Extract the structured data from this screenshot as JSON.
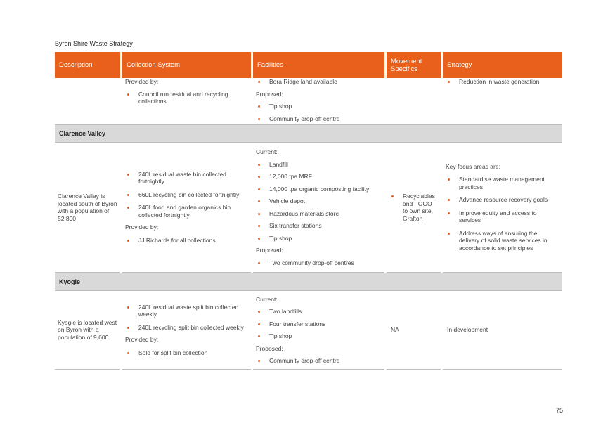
{
  "document": {
    "title": "Byron Shire Waste Strategy",
    "page_number": "75",
    "accent_color": "#e8601c"
  },
  "table": {
    "headers": [
      "Description",
      "Collection System",
      "Facilities",
      "Movement Specifics",
      "Strategy"
    ],
    "continuation": {
      "collection_intro": "Provided by:",
      "collection_items": [
        "Council run residual and recycling collections"
      ],
      "facilities_items": [
        "Bora Ridge land available"
      ],
      "facilities_proposed_label": "Proposed:",
      "facilities_proposed_items": [
        "Tip shop",
        "Community drop-off centre"
      ],
      "strategy_items": [
        "Reduction in waste generation"
      ]
    },
    "sections": [
      {
        "name": "Clarence Valley",
        "description": "Clarence Valley is located south of Byron with a population of 52,800",
        "collection_items": [
          "240L residual waste bin collected fortnightly",
          "660L recycling bin collected fortnightly",
          "240L food and garden organics bin collected fortnightly"
        ],
        "provided_by_label": "Provided by:",
        "provided_by_items": [
          "JJ Richards for all collections"
        ],
        "facilities_current_label": "Current:",
        "facilities_current_items": [
          "Landfill",
          "12,000 tpa MRF",
          "14,000 tpa organic composting facility",
          "Vehicle depot",
          "Hazardous materials store",
          "Six transfer stations",
          "Tip shop"
        ],
        "facilities_proposed_label": "Proposed:",
        "facilities_proposed_items": [
          "Two community drop-off centres"
        ],
        "movement_items": [
          "Recyclables and FOGO to own site, Grafton"
        ],
        "strategy_intro": "Key focus areas are:",
        "strategy_items": [
          "Standardise waste management practices",
          "Advance resource recovery goals",
          "Improve equity and access to services",
          "Address ways of ensuring the delivery of solid waste services in accordance to set principles"
        ]
      },
      {
        "name": "Kyogle",
        "description": "Kyogle is located west on Byron with a population of 9,600",
        "collection_items": [
          "240L residual waste split bin collected weekly",
          "240L recycling split bin collected weekly"
        ],
        "provided_by_label": "Provided by:",
        "provided_by_items": [
          "Solo for split bin collection"
        ],
        "facilities_current_label": "Current:",
        "facilities_current_items": [
          "Two landfills",
          "Four transfer stations",
          "Tip shop"
        ],
        "facilities_proposed_label": "Proposed:",
        "facilities_proposed_items": [
          "Community drop-off centre"
        ],
        "movement_text": "NA",
        "strategy_text": "In development"
      }
    ]
  }
}
